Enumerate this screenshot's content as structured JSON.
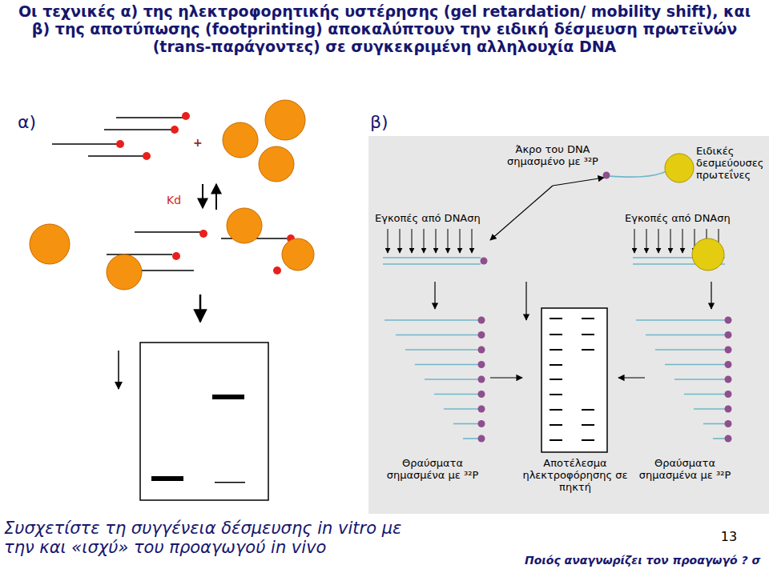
{
  "diagram": {
    "title": "Οι τεχνικές α) της ηλεκτροφορητικής υστέρησης (gel retardation/ mobility shift), και β) της αποτύπωσης (footprinting) αποκαλύπτουν την ειδική δέσμευση πρωτεϊνών (trans-παράγοντες) σε συγκεκριμένη αλληλουχία DNA",
    "labels": [
      "α)",
      "+",
      "Kd",
      "β)",
      "Άκρο του DNA σημασμένο με ³²P",
      "Ειδικές δεσμεύουσες πρωτεΐνες",
      "Εγκοπές από DNAση",
      "Εγκοπές από DNAση",
      "Θραύσματα σημασμένα με ³²P",
      "Αποτέλεσμα ηλεκτροφόρησης σε πηκτή",
      "Θραύσματα σημασμένα με ³²P",
      "Συσχετίστε τη συγγένεια δέσμευσης in vitro με την και «ισχύ» του προαγωγού in vivo",
      "13",
      "Ποιός αναγνωρίζει τον προαγωγό ? σ"
    ]
  }
}
